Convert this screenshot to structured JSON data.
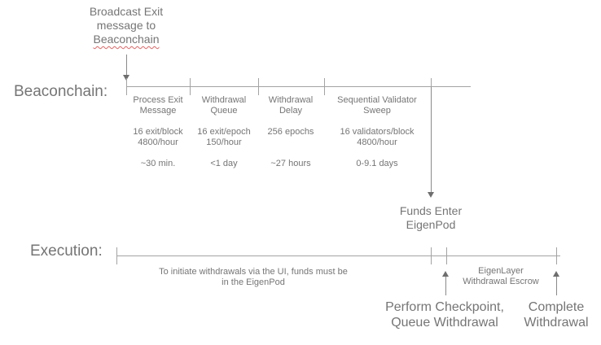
{
  "diagram": {
    "broadcast_note": {
      "text": "Broadcast Exit\nmessage to",
      "underlined": "Beaconchain"
    },
    "beaconchain": {
      "label": "Beaconchain:",
      "stages": [
        {
          "title": "Process Exit\nMessage",
          "rate": "16 exit/block\n4800/hour",
          "duration": "~30 min."
        },
        {
          "title": "Withdrawal\nQueue",
          "rate": "16 exit/epoch\n150/hour",
          "duration": "<1 day"
        },
        {
          "title": "Withdrawal\nDelay",
          "rate": "256 epochs",
          "duration": "~27 hours"
        },
        {
          "title": "Sequential Validator\nSweep",
          "rate": "16 validators/block\n4800/hour",
          "duration": "0-9.1 days"
        }
      ]
    },
    "funds_enter_label": "Funds Enter\nEigenPod",
    "execution": {
      "label": "Execution:",
      "note": "To initiate withdrawals via the UI, funds must be\nin the EigenPod",
      "escrow_label": "EigenLayer\nWithdrawal Escrow",
      "perform_label": "Perform Checkpoint,\nQueue Withdrawal",
      "complete_label": "Complete\nWithdrawal"
    },
    "colors": {
      "text": "#757575",
      "line": "#a3a3a3",
      "arrow": "#6e6e6e",
      "spellcheck_underline": "#e06666"
    }
  }
}
